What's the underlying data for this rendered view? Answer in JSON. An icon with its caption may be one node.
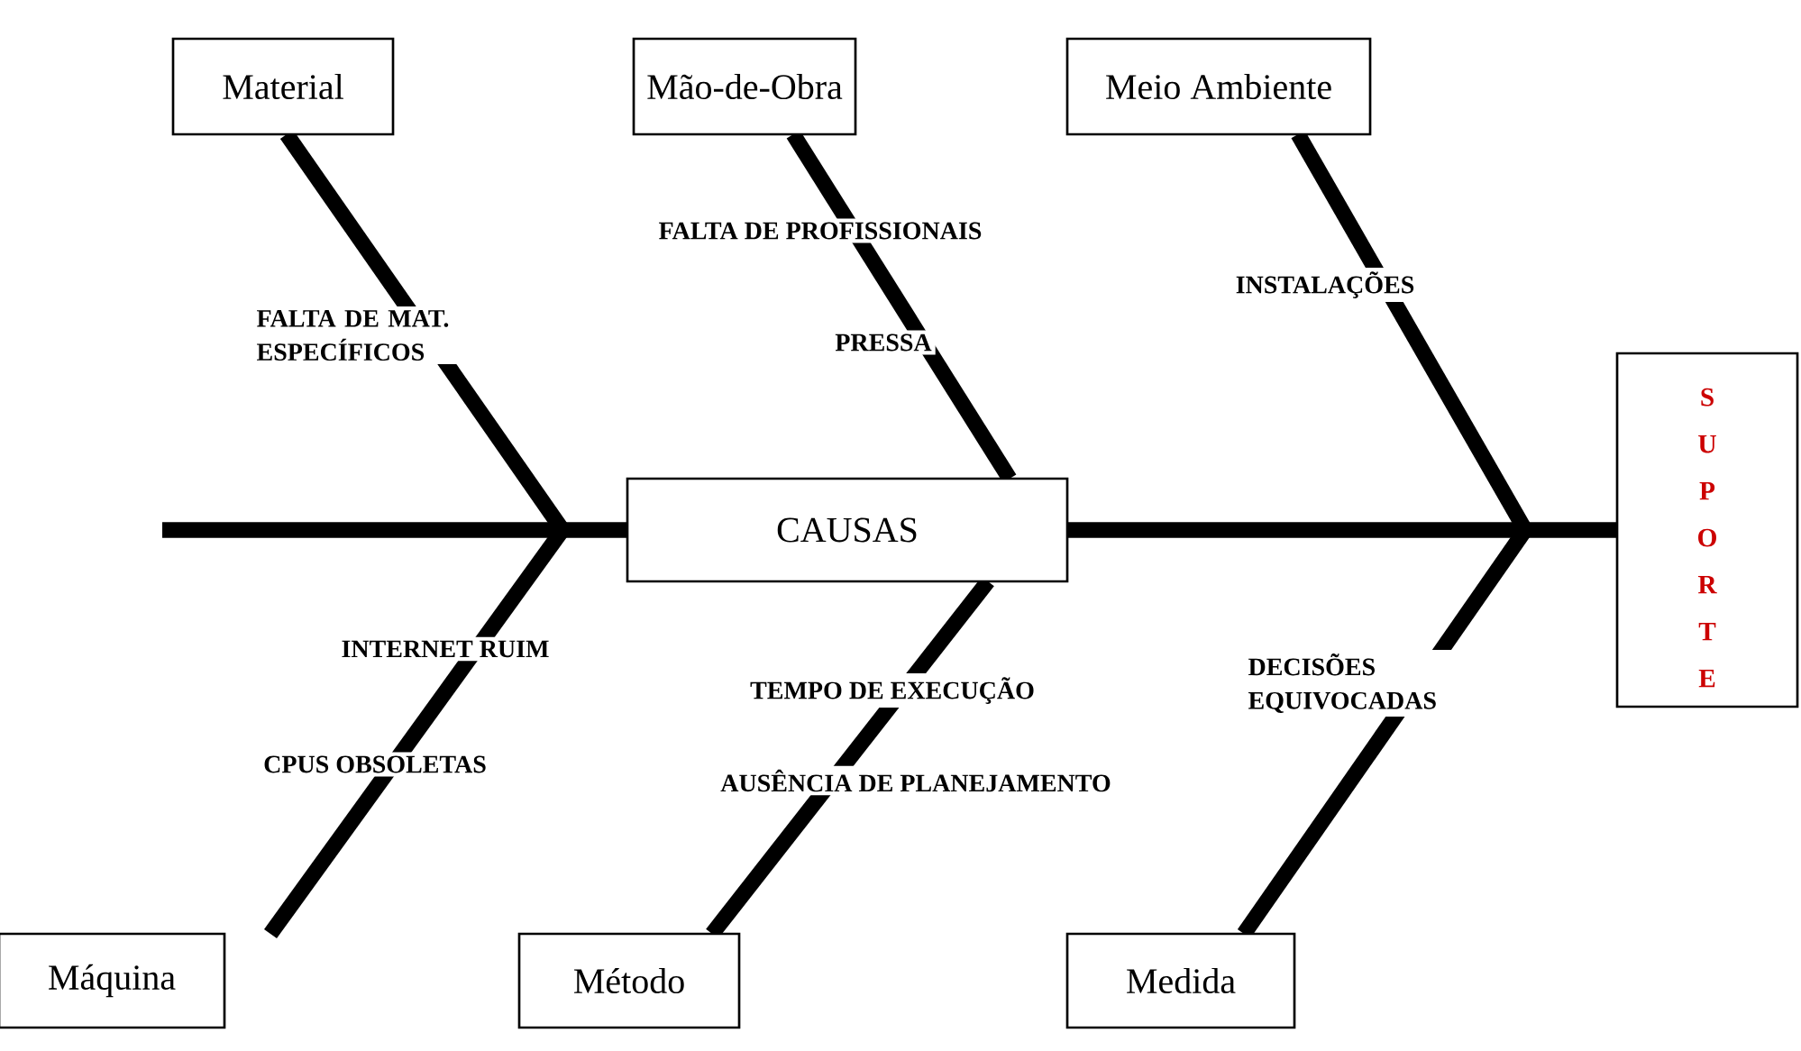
{
  "diagram": {
    "nodes": [
      {
        "text": [
          "Material"
        ]
      },
      {
        "text": [
          "Mão-de-Obra"
        ]
      },
      {
        "text": [
          "Meio Ambiente"
        ]
      },
      {
        "text": [
          "CAUSAS"
        ]
      },
      {
        "text": [
          "SUPORTE"
        ]
      },
      {
        "text": [
          "Máquina"
        ]
      },
      {
        "text": [
          "Método"
        ]
      },
      {
        "text": [
          "Medida"
        ]
      }
    ],
    "edges": [
      {
        "from": null,
        "to": 3,
        "arrow": "none"
      },
      {
        "from": 3,
        "to": 4,
        "arrow": "none"
      },
      {
        "from": 0,
        "to": null,
        "arrow": "none"
      },
      {
        "from": 1,
        "to": 3,
        "arrow": "none"
      },
      {
        "from": 2,
        "to": null,
        "arrow": "none"
      },
      {
        "from": 5,
        "to": null,
        "arrow": "none"
      },
      {
        "from": 6,
        "to": 3,
        "arrow": "none"
      },
      {
        "from": 7,
        "to": null,
        "arrow": "none"
      }
    ],
    "labels": [
      "FALTA DE PROFISSIONAIS",
      "INSTALAÇÕES",
      "FALTA DE MAT. ESPECÍFICOS",
      "PRESSA",
      "INTERNET RUIM",
      "DECISÕES EQUIVOCADAS",
      "TEMPO DE EXECUÇÃO",
      "CPUS OBSOLETAS",
      "AUSÊNCIA DE PLANEJAMENTO"
    ]
  }
}
